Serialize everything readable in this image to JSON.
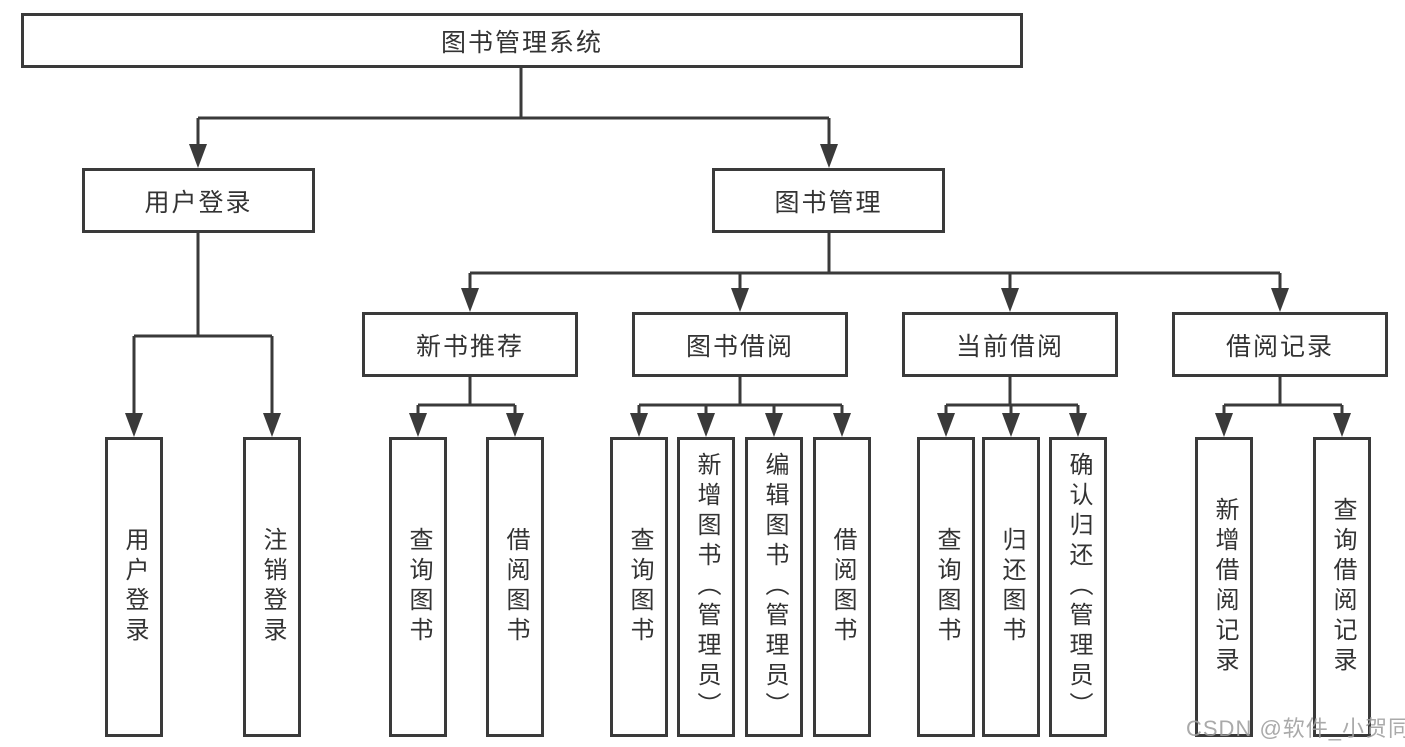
{
  "root": {
    "label": "图书管理系统"
  },
  "branches": [
    {
      "label": "用户登录",
      "children": [
        {
          "label": "用户登录"
        },
        {
          "label": "注销登录"
        }
      ]
    },
    {
      "label": "图书管理",
      "children": [
        {
          "label": "新书推荐",
          "children": [
            {
              "label": "查询图书"
            },
            {
              "label": "借阅图书"
            }
          ]
        },
        {
          "label": "图书借阅",
          "children": [
            {
              "label": "查询图书"
            },
            {
              "label": "新增图书（管理员）"
            },
            {
              "label": "编辑图书（管理员）"
            },
            {
              "label": "借阅图书"
            }
          ]
        },
        {
          "label": "当前借阅",
          "children": [
            {
              "label": "查询图书"
            },
            {
              "label": "归还图书"
            },
            {
              "label": "确认归还（管理员）"
            }
          ]
        },
        {
          "label": "借阅记录",
          "children": [
            {
              "label": "新增借阅记录"
            },
            {
              "label": "查询借阅记录"
            }
          ]
        }
      ]
    }
  ],
  "watermark": {
    "text": "CSDN @软件_小贺同学"
  },
  "colors": {
    "line": "#3a3a3a",
    "text": "#333333",
    "box_background": "#ffffff",
    "page_background": "#ffffff",
    "watermark": "#9e9e9e"
  }
}
